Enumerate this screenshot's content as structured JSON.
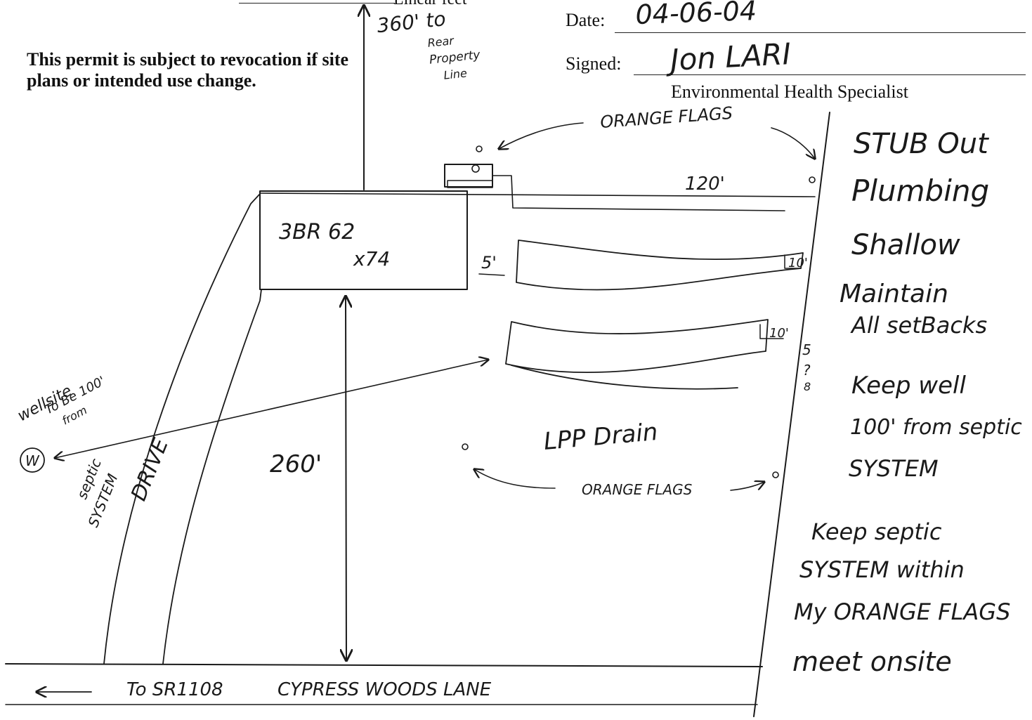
{
  "form": {
    "top_clip_label": "Linear feet",
    "revocation_notice_line1": "This permit is subject to revocation if site",
    "revocation_notice_line2": "plans or intended use change.",
    "date_label": "Date:",
    "date_value": "04-06-04",
    "signed_label": "Signed:",
    "signed_value": "Jon LARI",
    "signer_title": "Environmental Health Specialist"
  },
  "sketch": {
    "rear_line_note": [
      "360' to",
      "Rear",
      "Property",
      "Line"
    ],
    "flags_top": "ORANGE FLAGS",
    "distance_top": "120'",
    "house_label_1": "3BR 62",
    "house_label_2": "x74",
    "setback_5": "5'",
    "trench_1": "10'",
    "trench_2": "10'",
    "side_5": "5",
    "side_q": "?",
    "side_8": "8",
    "wellsite_note": [
      "wellsite",
      "To Be 100'",
      "from"
    ],
    "well_symbol": "W",
    "septic_system": [
      "septic",
      "SYSTEM"
    ],
    "drive": "DRIVE",
    "distance_front": "260'",
    "lpp_drain": "LPP Drain",
    "flags_bottom": "ORANGE FLAGS",
    "road_prefix": "To SR1108",
    "road_name": "CYPRESS WOODS LANE"
  },
  "notes": [
    "STUB Out",
    "Plumbing",
    "Shallow",
    "Maintain",
    "All setBacks",
    "Keep well",
    "100' from septic",
    "SYSTEM",
    "Keep septic",
    "SYSTEM within",
    "My ORANGE FLAGS",
    "meet onsite"
  ]
}
